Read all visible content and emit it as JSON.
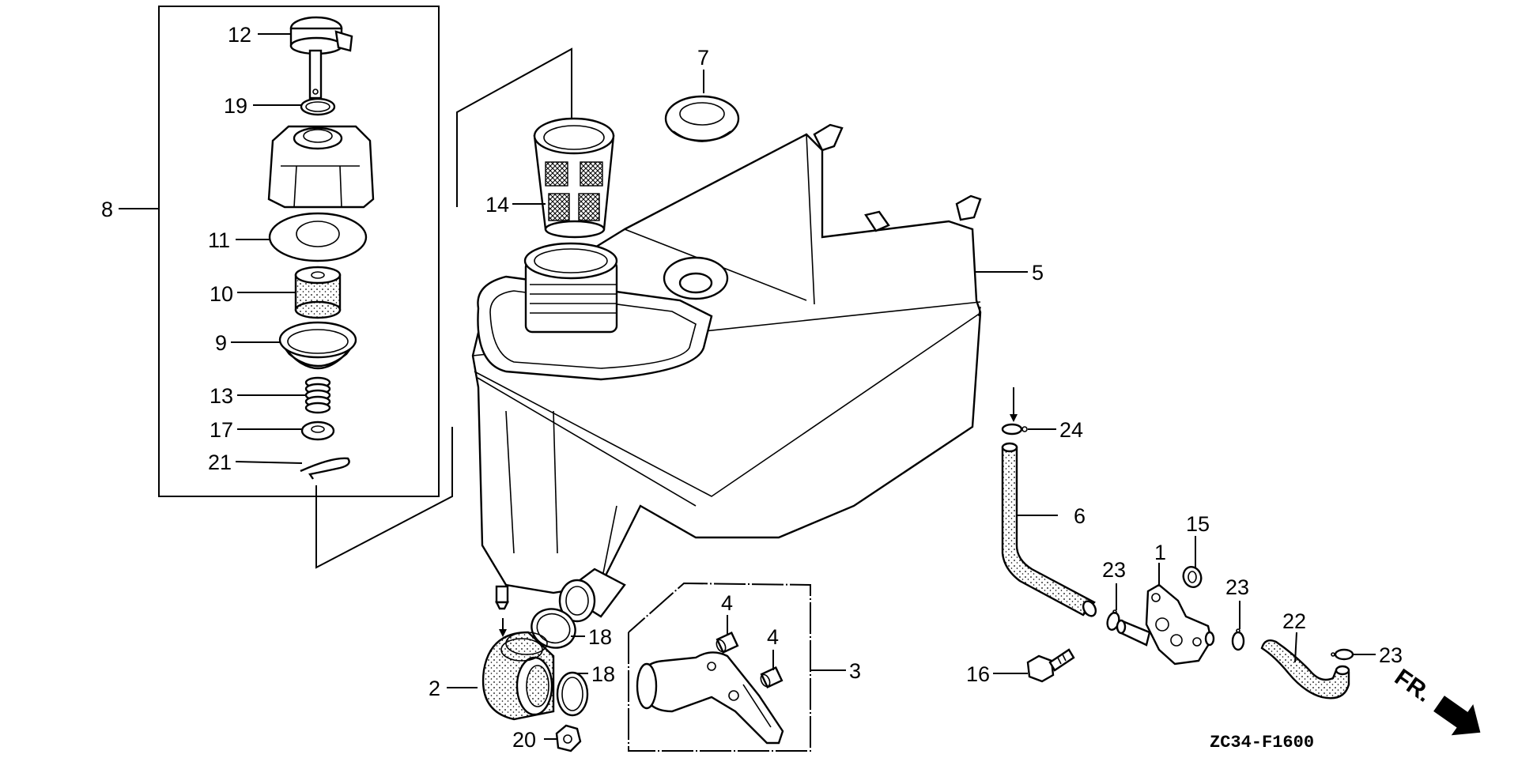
{
  "diagram": {
    "title_code": "ZC34-F1600",
    "direction_marker": "FR.",
    "callouts": {
      "p1": "1",
      "p2": "2",
      "p3": "3",
      "p4a": "4",
      "p4b": "4",
      "p5": "5",
      "p6": "6",
      "p7": "7",
      "p8": "8",
      "p9": "9",
      "p10": "10",
      "p11": "11",
      "p12": "12",
      "p13": "13",
      "p14": "14",
      "p15": "15",
      "p16": "16",
      "p17": "17",
      "p18a": "18",
      "p18b": "18",
      "p19": "19",
      "p20": "20",
      "p21": "21",
      "p22": "22",
      "p23a": "23",
      "p23b": "23",
      "p23c": "23",
      "p24": "24"
    }
  }
}
